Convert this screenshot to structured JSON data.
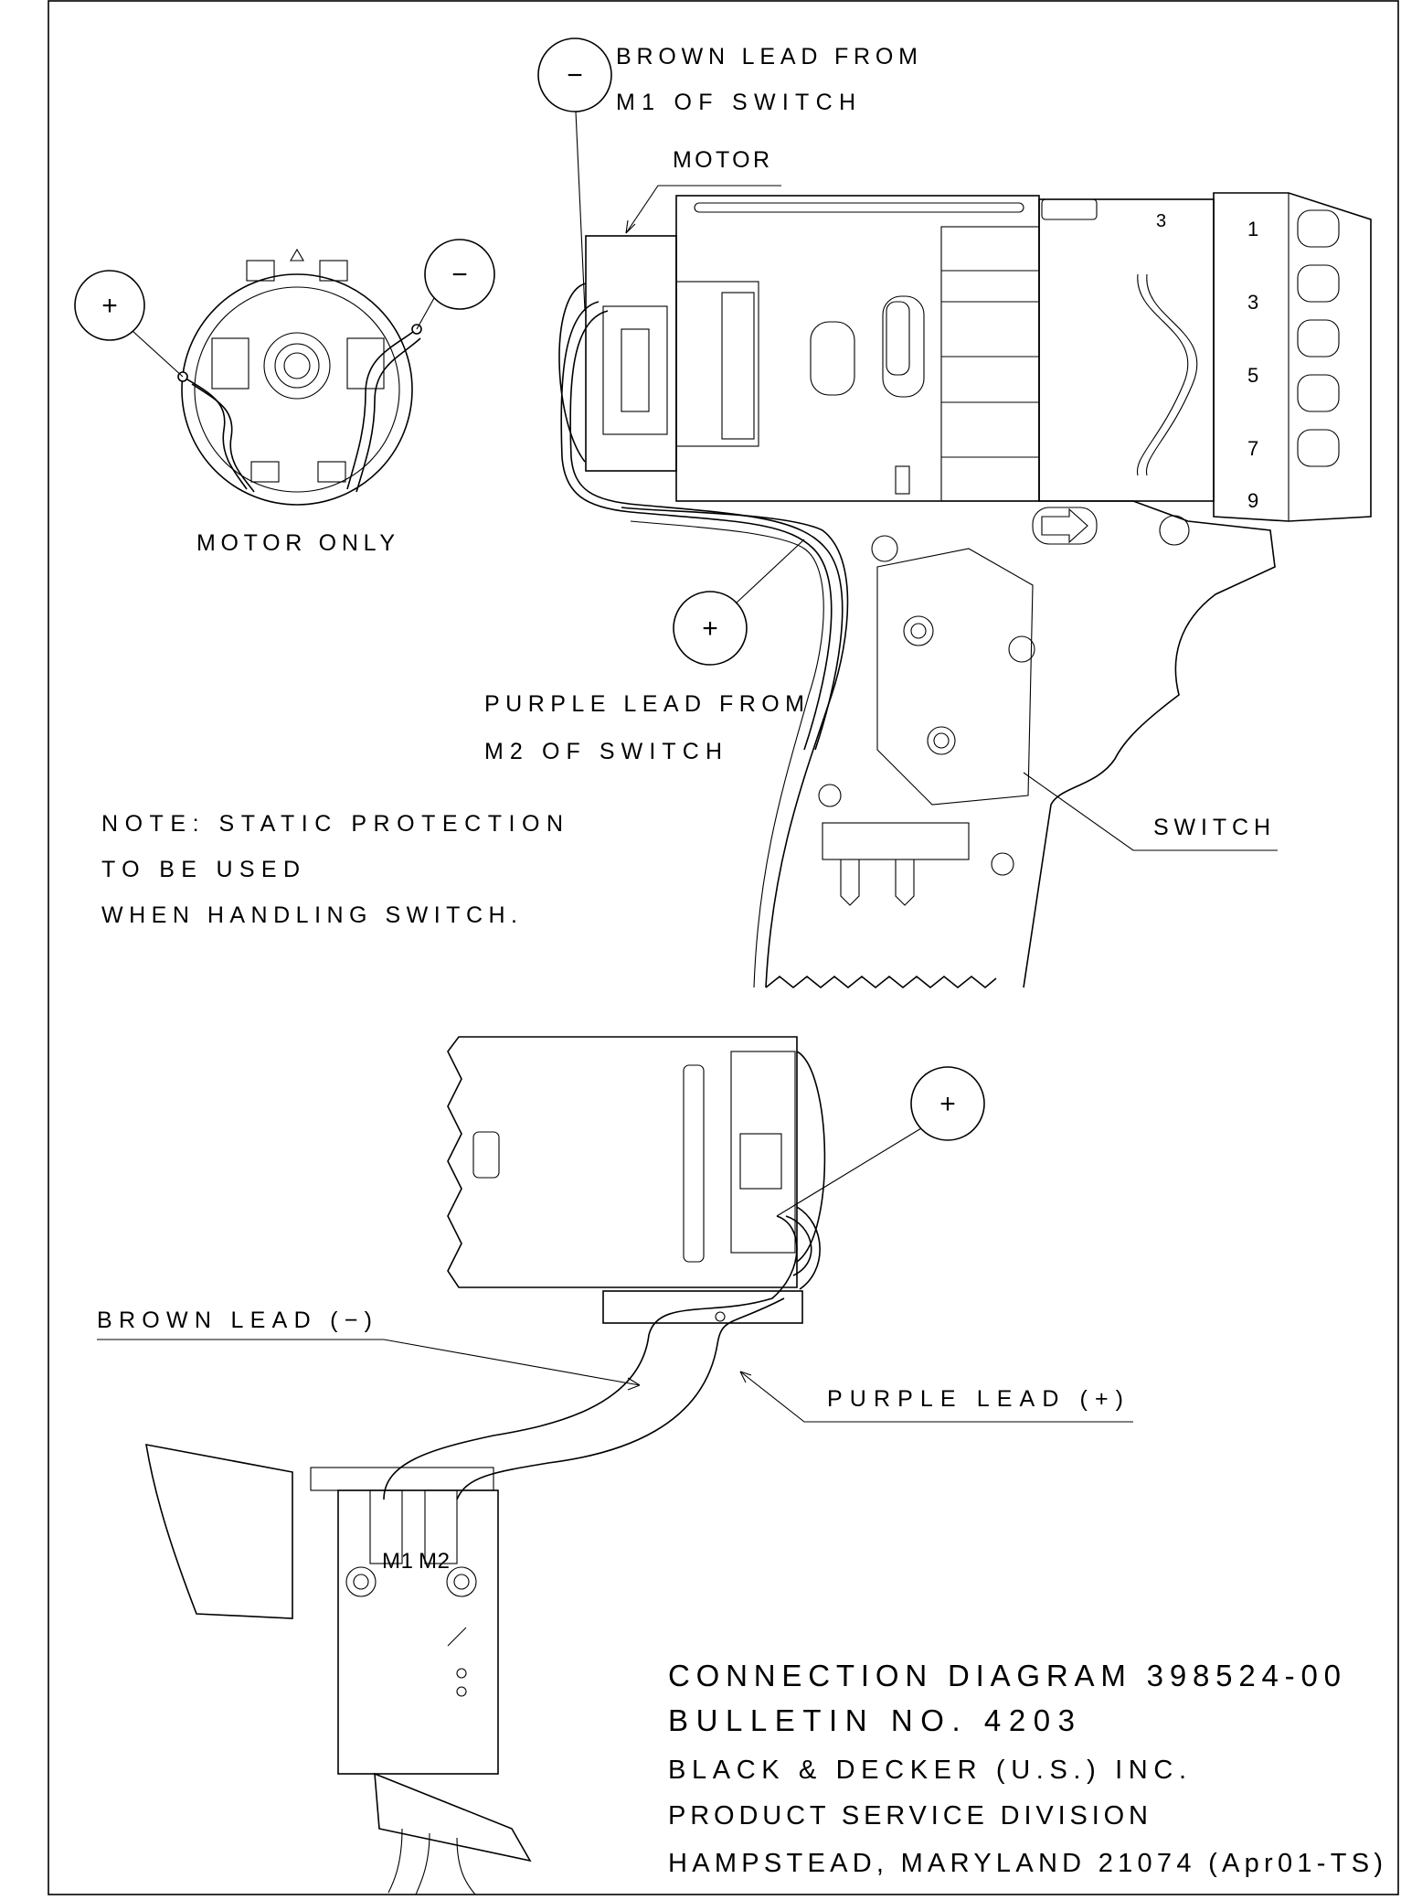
{
  "labels": {
    "brown_lead_from": "BROWN LEAD FROM",
    "m1_of_switch": "M1 OF SWITCH",
    "motor": "MOTOR",
    "motor_only": "MOTOR ONLY",
    "purple_lead_from": "PURPLE LEAD FROM",
    "m2_of_switch": "M2 OF SWITCH",
    "switch": "SWITCH",
    "brown_lead_neg": "BROWN LEAD (−)",
    "purple_lead_pos": "PURPLE LEAD (+)",
    "m1": "M1",
    "m2": "M2"
  },
  "note": {
    "line1": "NOTE: STATIC PROTECTION",
    "line2": "TO BE USED",
    "line3": "WHEN HANDLING SWITCH."
  },
  "polarity": {
    "minus": "−",
    "plus": "+"
  },
  "speed_dial": [
    "1",
    "3",
    "5",
    "7",
    "9",
    "3"
  ],
  "title_block": {
    "line1": "CONNECTION DIAGRAM 398524-00",
    "line2": "BULLETIN NO. 4203",
    "line3": "BLACK & DECKER (U.S.) INC.",
    "line4": "PRODUCT SERVICE DIVISION",
    "line5": "HAMPSTEAD, MARYLAND 21074 (Apr01-TS)"
  }
}
